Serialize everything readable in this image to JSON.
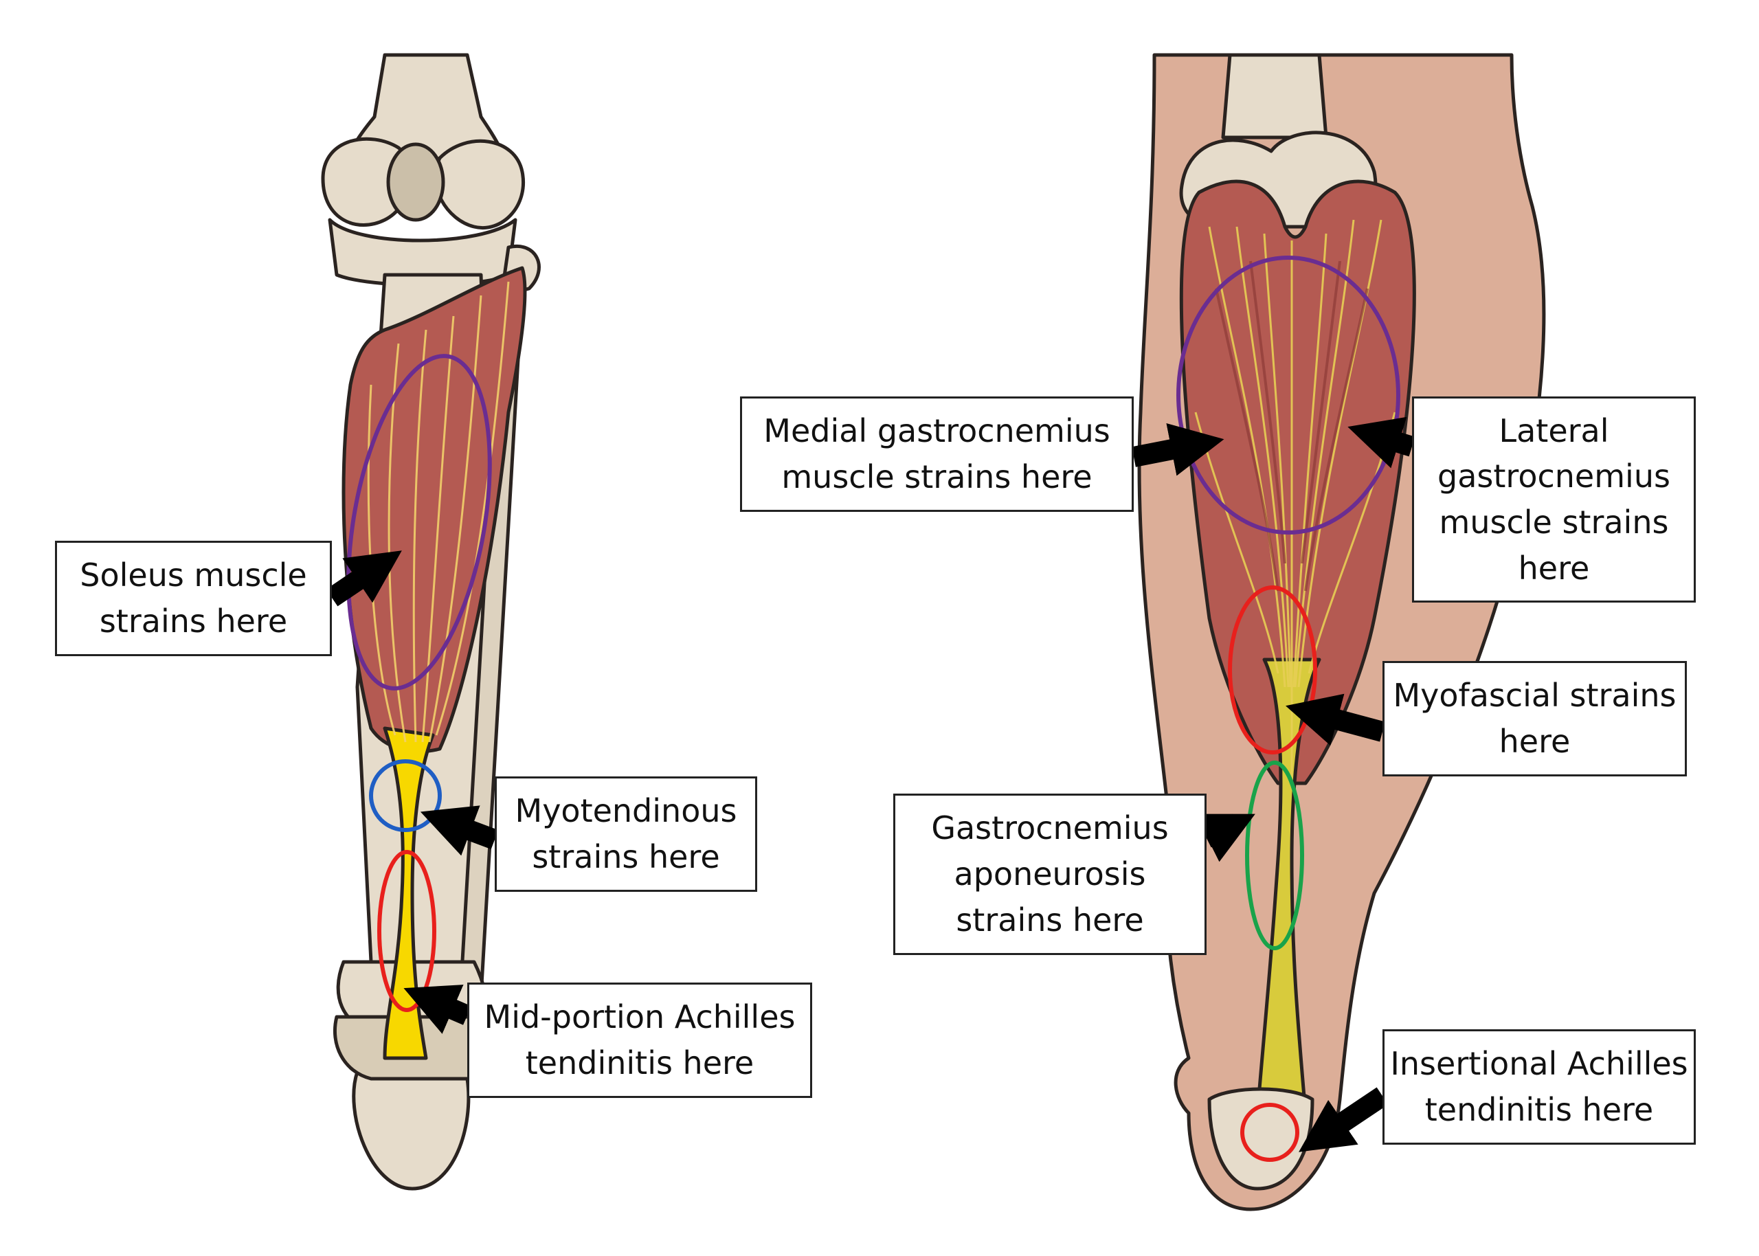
{
  "labels": {
    "soleus": "Soleus muscle\nstrains here",
    "myotendinous": "Myotendinous\nstrains here",
    "midportion": "Mid-portion Achilles\ntendinitis  here",
    "medial": "Medial gastrocnemius\nmuscle strains here",
    "lateral": "Lateral\ngastrocnemius\nmuscle strains\nhere",
    "myofascial": "Myofascial strains\nhere",
    "aponeurosis": "Gastrocnemius\naponeurosis\nstrains here",
    "insertional": "Insertional Achilles\ntendinitis here"
  },
  "colors": {
    "bone": "#e6dccb",
    "bone_shadow": "#cbbfa9",
    "muscle": "#b45a52",
    "muscle_dark": "#8f3c38",
    "fiber": "#f2d06b",
    "tendon": "#f7d800",
    "tendon_olive": "#d8cb3c",
    "skin": "#dcae98",
    "outline": "#2a2320",
    "circle_purple": "#6a2d91",
    "circle_blue": "#1f5ec4",
    "circle_red": "#e8201c",
    "circle_green": "#19a34a",
    "arrow": "#000000"
  }
}
